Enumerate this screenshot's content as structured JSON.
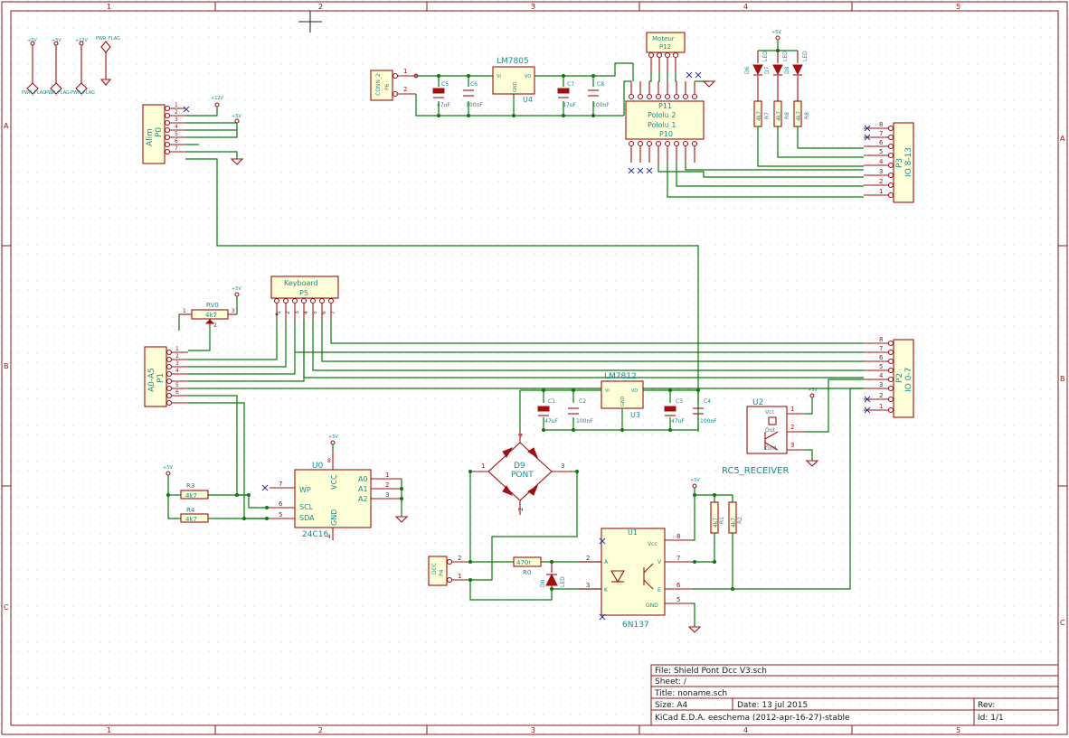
{
  "border": {
    "cols": [
      "1",
      "2",
      "3",
      "4",
      "5"
    ],
    "rows": [
      "A",
      "B",
      "C"
    ]
  },
  "power_flags": {
    "labels": [
      "+5V",
      "+5V",
      "+12V",
      "PWR_FLAG"
    ],
    "flag_text": "PWR_FLAG"
  },
  "alim": {
    "ref": "P0",
    "value": "Alim",
    "pins": [
      "1",
      "2",
      "3",
      "4",
      "5",
      "6",
      "7"
    ],
    "vcc": "+12V",
    "vcc2": "+5V"
  },
  "conn2": {
    "ref": "P6",
    "value": "CONN_2",
    "pins": [
      "1",
      "2"
    ]
  },
  "reg1": {
    "name": "LM7805",
    "ref": "U4",
    "vi": "VI",
    "vo": "VO",
    "gnd": "GND"
  },
  "caps_top": [
    {
      "ref": "C5",
      "value": "47uF"
    },
    {
      "ref": "C6",
      "value": "100nF"
    },
    {
      "ref": "C7",
      "value": "47uF"
    },
    {
      "ref": "C8",
      "value": "100nF"
    }
  ],
  "moteur": {
    "value": "Moteur",
    "ref": "P12"
  },
  "pololu": {
    "ref": "P11",
    "line2": "Pololu 2",
    "line3": "Pololu 1",
    "line4": "P10"
  },
  "leds_top": [
    {
      "ref": "D6",
      "value": "LED"
    },
    {
      "ref": "D7",
      "value": "LED"
    },
    {
      "ref": "D8",
      "value": "LED"
    }
  ],
  "res_top": [
    {
      "ref": "R7",
      "value": "4k7"
    },
    {
      "ref": "R8",
      "value": "4k7"
    },
    {
      "ref": "R8",
      "value": "4k7"
    }
  ],
  "io813": {
    "ref": "P3",
    "value": "IO 8-13",
    "pins": [
      "8",
      "7",
      "6",
      "5",
      "4",
      "3",
      "2",
      "1"
    ]
  },
  "io07": {
    "ref": "P2",
    "value": "IO 0-7",
    "pins": [
      "8",
      "7",
      "6",
      "5",
      "4",
      "3",
      "2",
      "1"
    ]
  },
  "rv0": {
    "ref": "RV0",
    "value": "4k7",
    "pins": [
      "1",
      "2",
      "3"
    ]
  },
  "keyboard": {
    "value": "Keyboard",
    "ref": "P5",
    "pins": [
      "1",
      "2",
      "3",
      "4",
      "5",
      "6",
      "7"
    ]
  },
  "a0a5": {
    "ref": "P1",
    "value": "A0-A5",
    "pins": [
      "1",
      "2",
      "3",
      "4",
      "5",
      "6"
    ]
  },
  "reg2": {
    "name": "LM7812",
    "ref": "U3",
    "vi": "VI",
    "vo": "VO",
    "gnd": "GND"
  },
  "caps_mid": [
    {
      "ref": "C1",
      "value": "47uF"
    },
    {
      "ref": "C2",
      "value": "100nF"
    },
    {
      "ref": "C3",
      "value": "47uF"
    },
    {
      "ref": "C4",
      "value": "100nF"
    }
  ],
  "u2": {
    "ref": "U2",
    "value": "RC5_RECEIVER",
    "vcc": "Vcc",
    "out": "Out",
    "gnd": "Gnd",
    "pins": [
      "1",
      "2",
      "3"
    ]
  },
  "eeprom": {
    "ref": "U0",
    "value": "24C16",
    "pins": {
      "wp": "WP",
      "scl": "SCL",
      "sda": "SDA",
      "vcc": "VCC",
      "gnd": "GND",
      "a0": "A0",
      "a1": "A1",
      "a2": "A2"
    },
    "nums": [
      "7",
      "6",
      "5",
      "1",
      "2",
      "3",
      "8",
      "4"
    ]
  },
  "res_i2c": [
    {
      "ref": "R3",
      "value": "4k7"
    },
    {
      "ref": "R4",
      "value": "4k7"
    }
  ],
  "bridge": {
    "ref": "D9",
    "value": "PONT",
    "pins": [
      "1",
      "2",
      "3",
      "4"
    ]
  },
  "dcc": {
    "ref": "P4",
    "value": "DCC",
    "pins": [
      "1",
      "2"
    ]
  },
  "r0": {
    "ref": "R0",
    "value": "470r"
  },
  "d0": {
    "ref": "D0",
    "value": "LED"
  },
  "optocoupler": {
    "ref": "U1",
    "value": "6N137",
    "vcc": "Vcc",
    "v": "V",
    "e": "E",
    "gnd": "GND",
    "a": "A",
    "k": "K",
    "pins": [
      "8",
      "7",
      "6",
      "5",
      "2",
      "3"
    ]
  },
  "res_opto": [
    {
      "ref": "R1",
      "value": "4k7"
    },
    {
      "ref": "R2",
      "value": "4k7"
    }
  ],
  "title_block": {
    "file": "File: Shield Pont Dcc V3.sch",
    "sheet": "Sheet: /",
    "title": "Title: noname.sch",
    "size": "Size: A4",
    "date": "Date: 13 jul 2015",
    "rev": "Rev:",
    "kicad": "KiCad E.D.A.  eeschema (2012-apr-16-27)-stable",
    "id": "Id: 1/1"
  },
  "colors": {
    "wire": "#0b7a0b",
    "component": "#a01010",
    "label": "#1a8a8a",
    "frame": "#8b1a1a"
  }
}
